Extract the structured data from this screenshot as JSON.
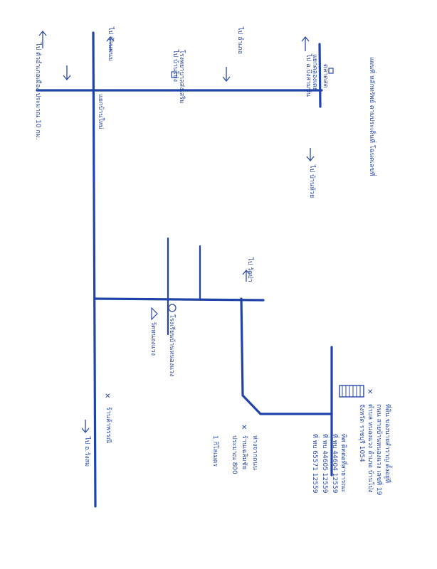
{
  "ink_color": "#2b4aa8",
  "road_color": "#1f43a8",
  "labels": {
    "title_line_1": "แผนที่ หลักทรัพย์ ตามประเด็นที่ โฉนดเลขที่",
    "title_line_2": "ไป อ.บึงสามพัน",
    "rd_to_phanom": "ไป บ้านพนม",
    "rd_ban_prong": "ไป บ้านโป่ง",
    "rd_to_left_top": "ไป อำเภอ",
    "rd_to_town": "ไป ตัวอำเภอเมือง ประมาณ 10 กม.",
    "rd_to_right": "ไป บ้านห้วย",
    "rd_to_bottom": "ไป อ.วังสม",
    "rd_to_mid": "ไป วัดป่า",
    "intersection_label": "แยกบ้านใหม่",
    "intersection_2": "แยกคลองเตย",
    "landmark_school": "โรงเรียนบ้านหนองแวง",
    "landmark_temple": "วัดหนองแวง",
    "landmark_health": "โรงพยาบาลส่งเสริม",
    "landmark_shop": "ร้านค้าพรรณี",
    "landmark_shop_2": "ร้านเฉลิมชัย",
    "landmark_market": "ตลาดสด",
    "property_block_1": "ที่ดิน ของนายสำราญ ตั้งอยู่ที่",
    "property_block_2": "ถนน สายบ้านหนองแวง เลขที่ 19",
    "property_block_3": "ตำบล หนองแวง อำเภอ บ้านโป่ง",
    "property_block_4": "จังหวัด ราชบุรี 1054",
    "property_block_5": "ทิศ ติดต่อที่สาธารณะ",
    "property_block_6": "ที่ ทบ 44604 12559",
    "property_block_7": "ที่ ทบ 44605 12559",
    "property_block_8": "ที่ ทบ 65571 12559",
    "mid_annot_1": "ห่างจากถนน",
    "mid_annot_2": "ประมาณ 800",
    "mid_annot_3": "1 กิโลเมตร"
  }
}
